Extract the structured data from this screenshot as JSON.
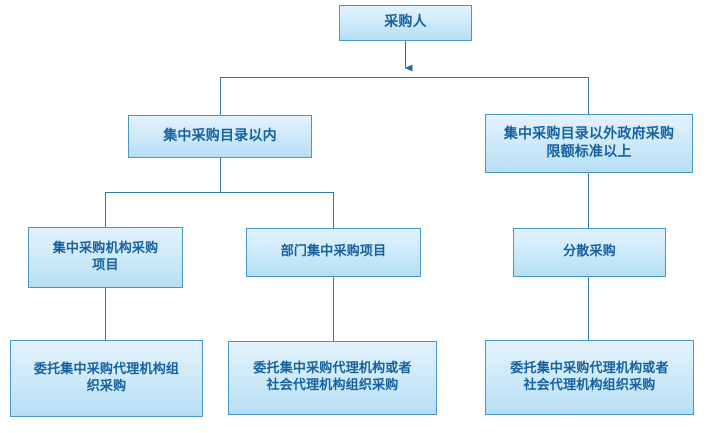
{
  "diagram": {
    "type": "flowchart",
    "orientation": "top-down",
    "background_color": "#FFFFFF",
    "node_style": {
      "border_color": "#4B96C8",
      "fill_top_color": "#E3F2FC",
      "fill_bottom_color": "#B6DFF4",
      "text_color": "#17619E"
    },
    "edge_color": "#2E75A8",
    "nodes": [
      {
        "id": "purchaser",
        "label": "采购人",
        "level": 0
      },
      {
        "id": "within_catalog",
        "label": "集中采购目录以内",
        "level": 1
      },
      {
        "id": "outside_catalog",
        "label": "集中采购目录以外政府采购\n限额标准以上",
        "level": 1
      },
      {
        "id": "central_org",
        "label": "集中采购机构采购\n项目",
        "level": 2
      },
      {
        "id": "dept_central",
        "label": "部门集中采购项目",
        "level": 2
      },
      {
        "id": "decentralized",
        "label": "分散采购",
        "level": 2
      },
      {
        "id": "entrust_left",
        "label": "委托集中采购代理机构组\n织采购",
        "level": 3
      },
      {
        "id": "entrust_mid",
        "label": "委托集中采购代理机构或者\n社会代理机构组织采购",
        "level": 3
      },
      {
        "id": "entrust_right",
        "label": "委托集中采购代理机构或者\n社会代理机构组织采购",
        "level": 3
      }
    ],
    "edges": [
      {
        "from": "purchaser",
        "to": "split-level-1",
        "arrow": true
      },
      {
        "from": "split-level-1",
        "to": "within_catalog",
        "arrow": false
      },
      {
        "from": "split-level-1",
        "to": "outside_catalog",
        "arrow": false
      },
      {
        "from": "within_catalog",
        "to": "central_org",
        "arrow": false
      },
      {
        "from": "within_catalog",
        "to": "dept_central",
        "arrow": false
      },
      {
        "from": "outside_catalog",
        "to": "decentralized",
        "arrow": false
      },
      {
        "from": "central_org",
        "to": "entrust_left",
        "arrow": false
      },
      {
        "from": "dept_central",
        "to": "entrust_mid",
        "arrow": false
      },
      {
        "from": "decentralized",
        "to": "entrust_right",
        "arrow": false
      }
    ]
  }
}
